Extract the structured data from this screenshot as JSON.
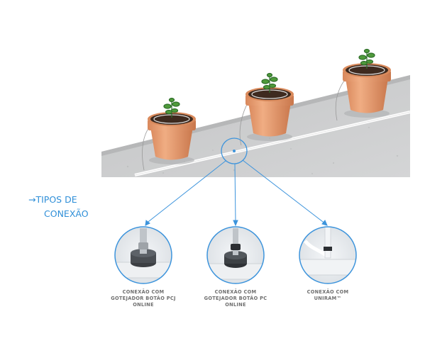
{
  "section": {
    "arrow": "→",
    "title_line1": "TIPOS DE",
    "title_line2": "CONEXÃO"
  },
  "connections": [
    {
      "lines": [
        "CONEXÃO COM",
        "GOTEJADOR BOTÃO PCJ",
        "ONLINE"
      ]
    },
    {
      "lines": [
        "CONEXÃO COM",
        "GOTEJADOR BOTÃO PC",
        "ONLINE"
      ]
    },
    {
      "lines": [
        "CONEXÃO COM",
        "UNIRAM™"
      ]
    }
  ],
  "colors": {
    "accent": "#2f8fd8",
    "pot": "#e39a6e",
    "floor": "#c9cacb",
    "caption": "#6f6f6f"
  }
}
